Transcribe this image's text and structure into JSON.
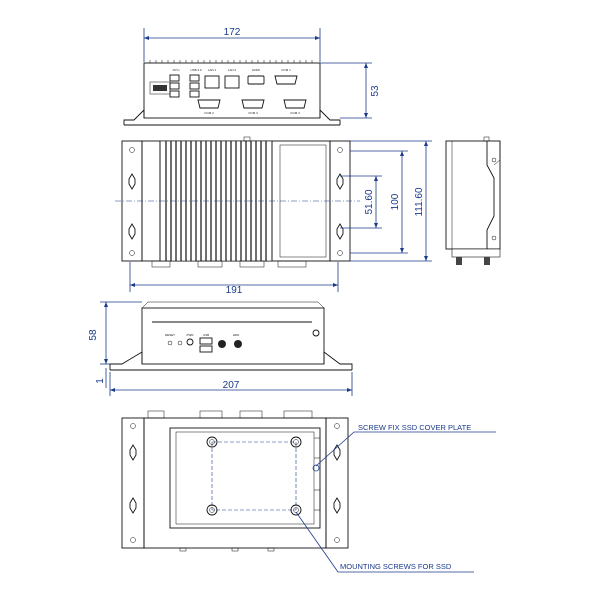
{
  "dimensions": {
    "top_width": "172",
    "top_height": "53",
    "plan_width": "191",
    "plan_inner": "51.60",
    "plan_depth": "100",
    "plan_total": "111.60",
    "front_height": "58",
    "front_foot": "1",
    "front_width": "207"
  },
  "port_labels": {
    "top_row": [
      "DVI-I",
      "USB 3.0",
      "LAN 1",
      "LAN 2",
      "HDMI",
      "COM 1"
    ],
    "bottom_row": [
      "COM 2",
      "COM 3",
      "COM 4"
    ],
    "front": [
      "RESET",
      "PWR",
      "USB",
      "HDD"
    ]
  },
  "callouts": {
    "ssd_plate": "SCREW FIX SSD COVER PLATE",
    "ssd_mount": "MOUNTING SCREWS FOR SSD"
  },
  "colors": {
    "dimension": "#1a3a8a",
    "outline": "#111111"
  }
}
